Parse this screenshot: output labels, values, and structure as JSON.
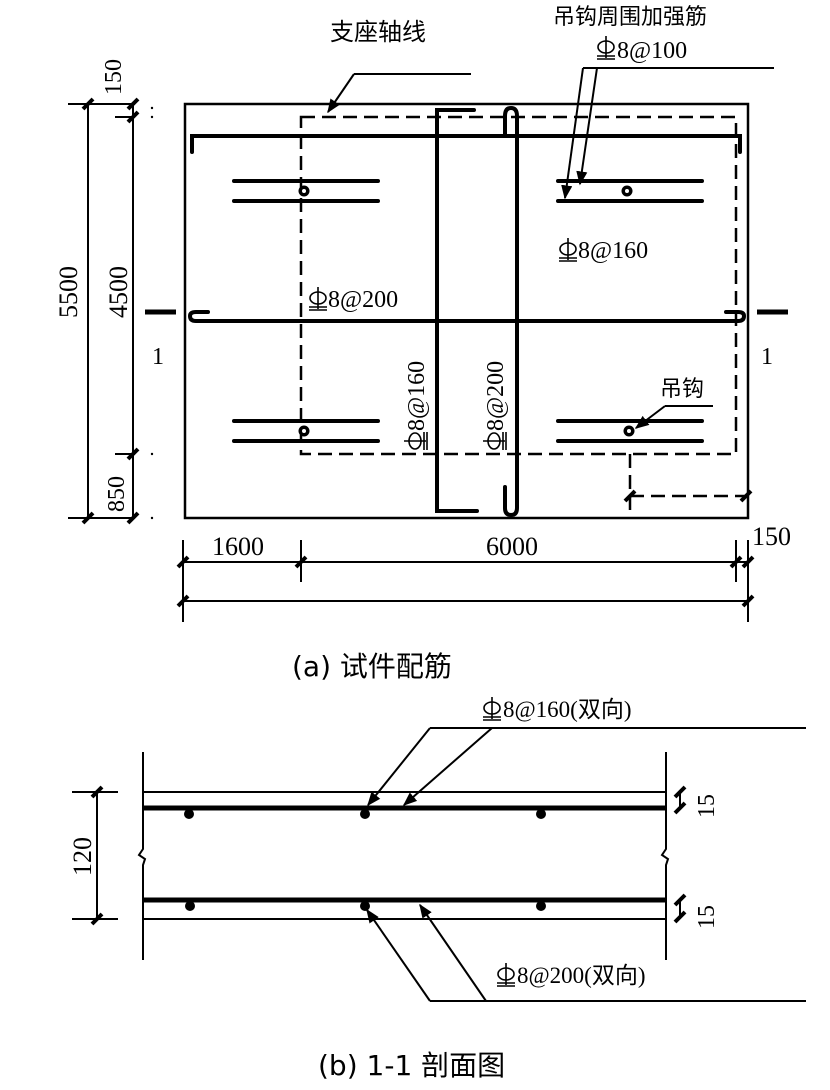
{
  "figure_a": {
    "caption": "(a)  试件配筋",
    "labels": {
      "support_axis": "支座轴线",
      "hook_reinforcement_title": "吊钩周围加强筋",
      "hook_reinforcement_spec": "8@100",
      "top_bar_x": "8@160",
      "bottom_bar_x": "8@200",
      "top_bar_y": "8@160",
      "bottom_bar_y": "8@200",
      "lifting_hook": "吊钩",
      "section_mark_left": "1",
      "section_mark_right": "1"
    },
    "rebar_symbol": "HRB400 (Φ with bar)",
    "dimensions": {
      "vertical": {
        "overall": "5500",
        "span": "4500",
        "top_offset": "150",
        "bottom_offset": "850"
      },
      "horizontal": {
        "left_offset": "1600",
        "span": "6000",
        "right_offset": "150"
      }
    }
  },
  "figure_b": {
    "caption": "(b) 1-1 剖面图",
    "labels": {
      "top_rebar": "8@160(双向)",
      "bottom_rebar": "8@200(双向)"
    },
    "dimensions": {
      "thickness": "120",
      "top_cover": "15",
      "bottom_cover": "15"
    }
  }
}
